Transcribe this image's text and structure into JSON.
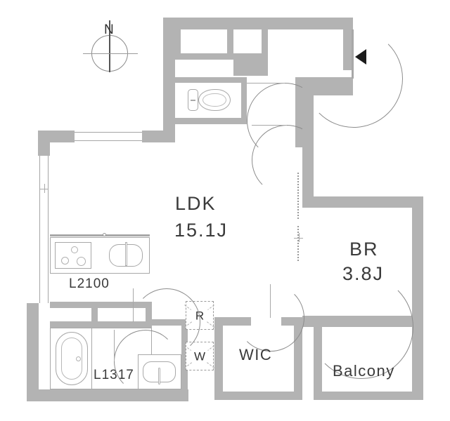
{
  "plan": {
    "compass": {
      "label": "N",
      "icon": "compass-rose-icon"
    },
    "colors": {
      "wall": "#b3b3b3",
      "wall_stroke": "#9a9a9a",
      "fixture_stroke": "#a8a8a8",
      "text": "#3a3a3a",
      "entry_marker": "#1c1c1c",
      "background": "#ffffff"
    },
    "rooms": [
      {
        "key": "ldk",
        "name": "LDK",
        "area": "15.1J"
      },
      {
        "key": "br",
        "name": "BR",
        "area": "3.8J"
      },
      {
        "key": "wic",
        "name": "WIC",
        "area": ""
      },
      {
        "key": "balcony",
        "name": "Balcony",
        "area": ""
      }
    ],
    "labels": {
      "ldk_name": "LDK",
      "ldk_area": "15.1J",
      "br_name": "BR",
      "br_area": "3.8J",
      "wic": "WIC",
      "balcony": "Balcony",
      "kitchen_size": "L2100",
      "bath_size": "L1317"
    },
    "appliances": [
      {
        "key": "refrigerator",
        "label": "R"
      },
      {
        "key": "washer",
        "label": "W"
      }
    ],
    "fixtures": [
      {
        "key": "bathtub",
        "icon": "bathtub-icon"
      },
      {
        "key": "washbasin",
        "icon": "washbasin-icon"
      },
      {
        "key": "toilet",
        "icon": "toilet-icon"
      },
      {
        "key": "kitchen-sink",
        "icon": "sink-icon"
      },
      {
        "key": "cooktop",
        "icon": "stove-icon"
      }
    ],
    "entry": {
      "marker": "entrance-direction-arrow"
    }
  }
}
